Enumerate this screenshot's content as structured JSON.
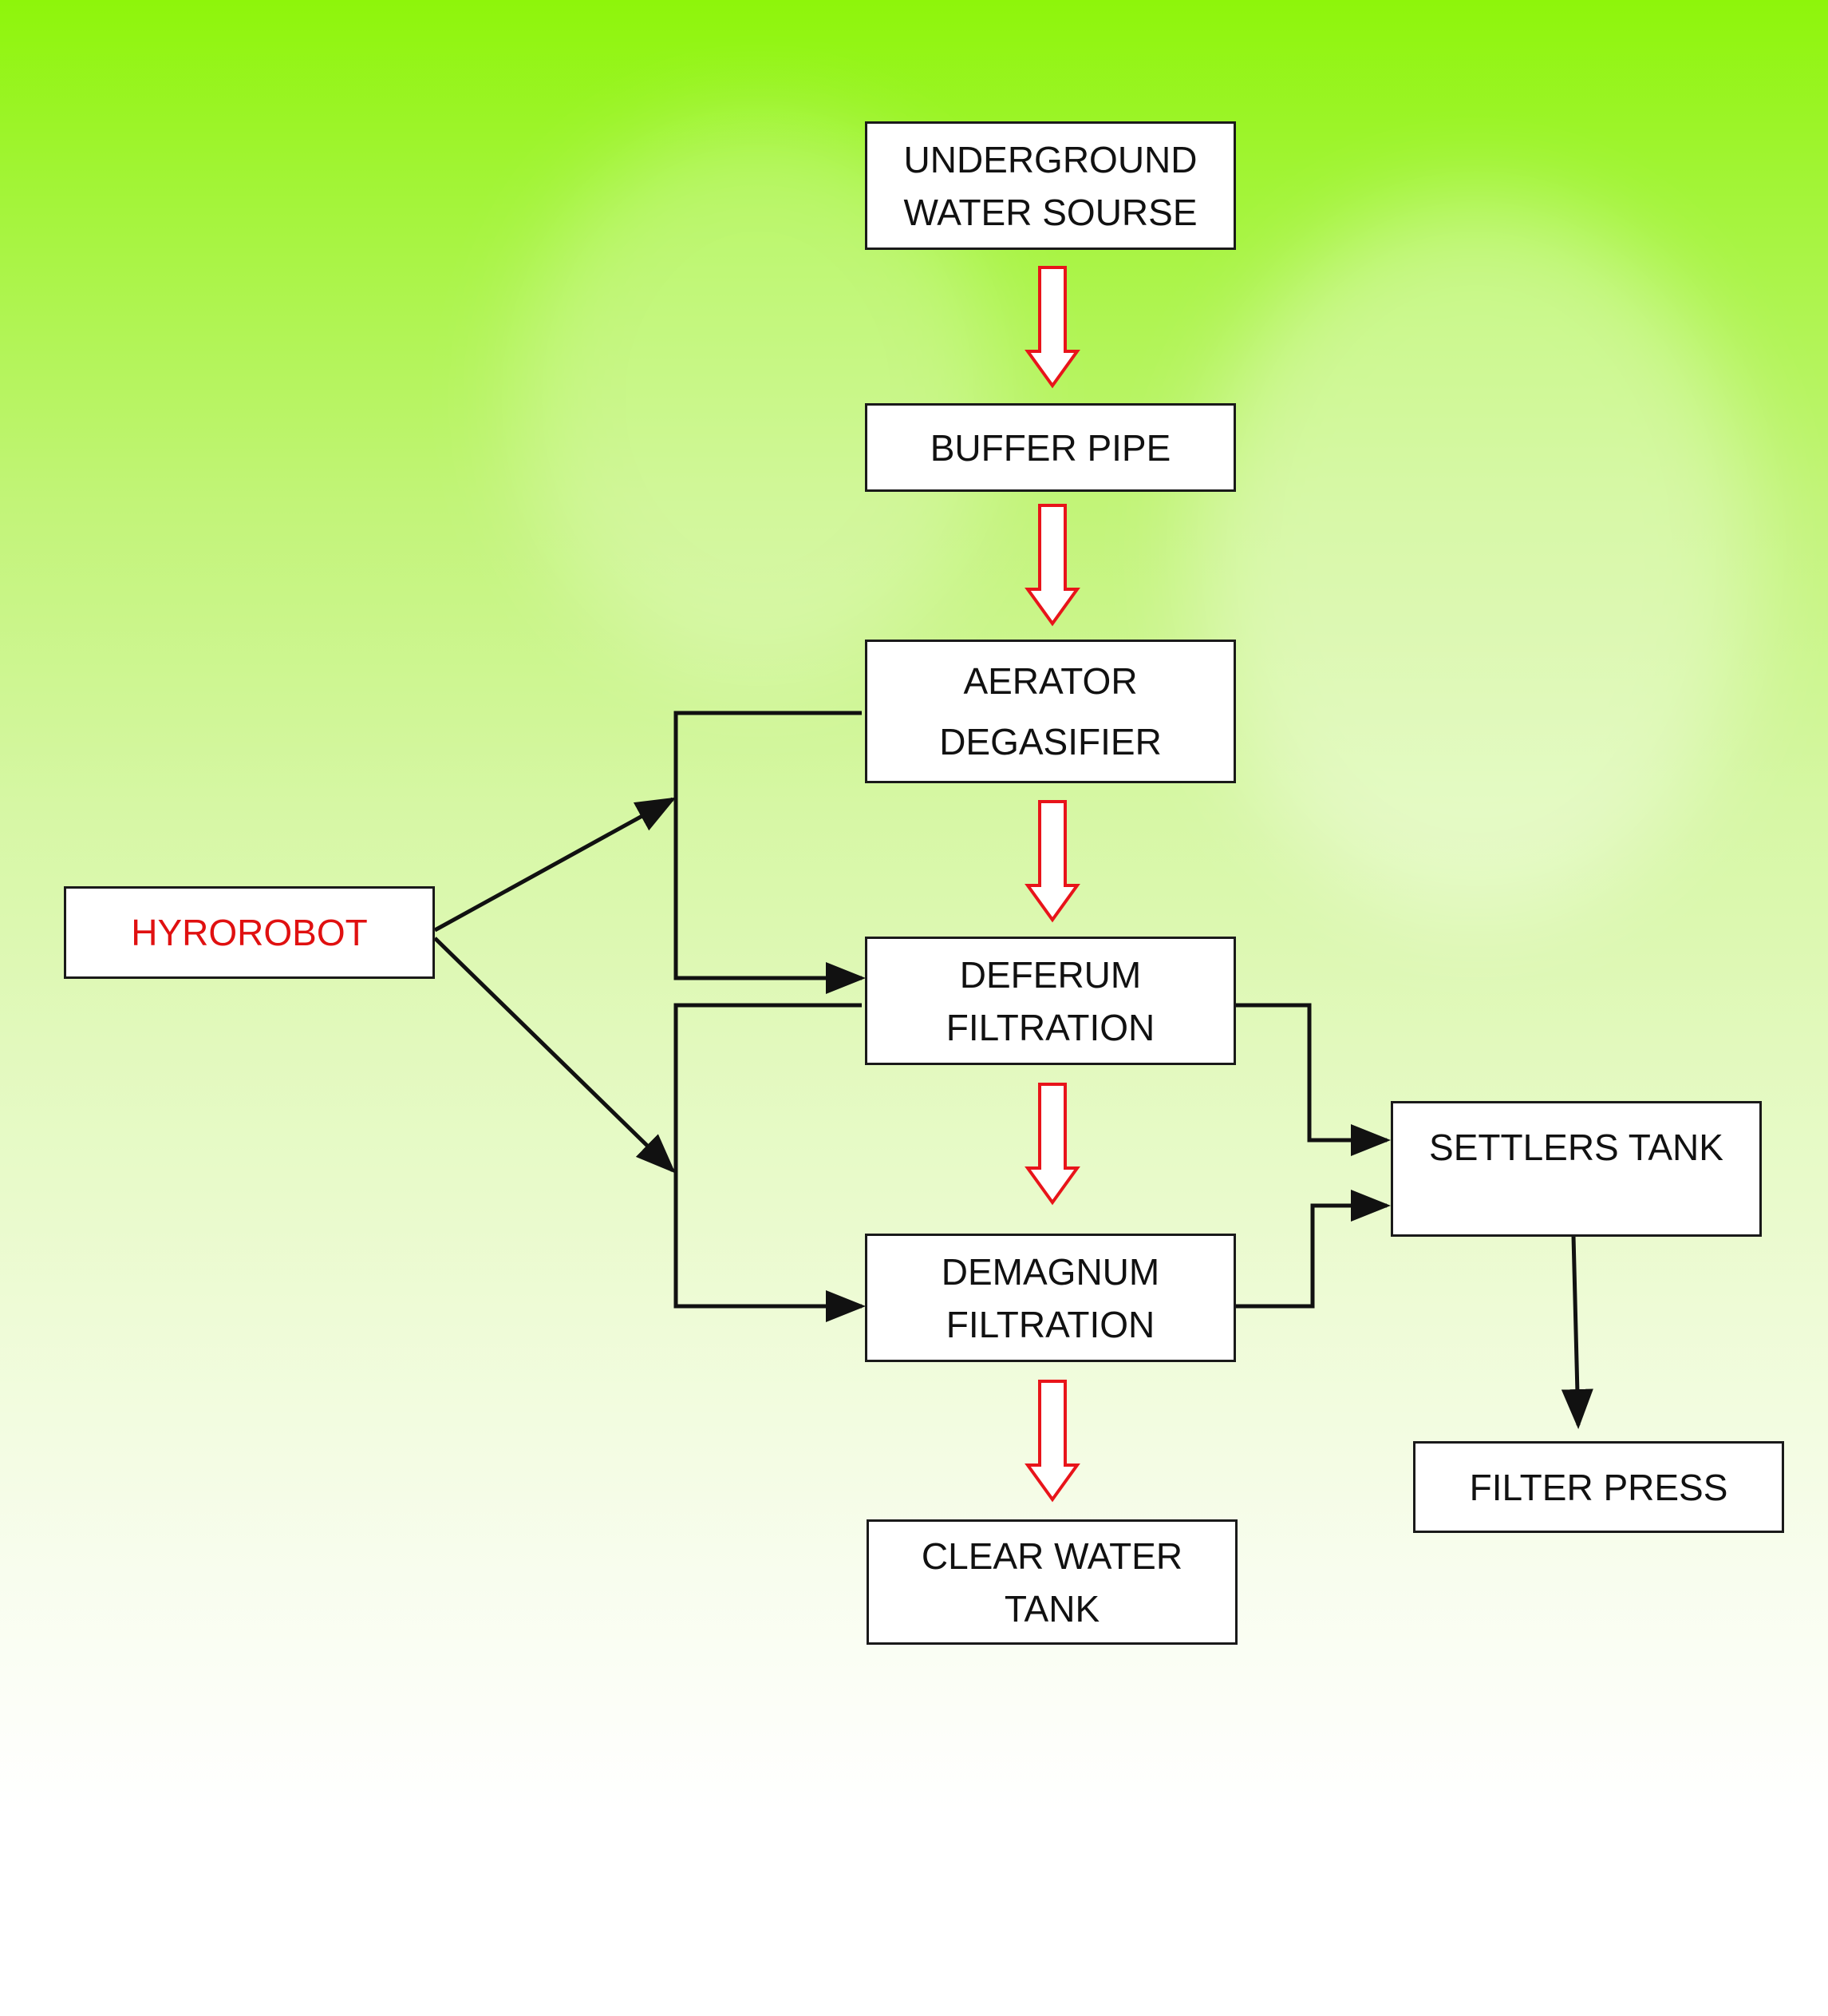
{
  "diagram": {
    "nodes": {
      "underground": {
        "line1": "UNDERGROUND",
        "line2": "WATER SOURSE"
      },
      "buffer": {
        "line1": "BUFFER PIPE"
      },
      "aerator": {
        "line1": "AERATOR",
        "line2": "DEGASIFIER"
      },
      "deferum": {
        "line1": "DEFERUM",
        "line2": "FILTRATION"
      },
      "demagnum": {
        "line1": "DEMAGNUM",
        "line2": "FILTRATION"
      },
      "clear_water": {
        "line1": "CLEAR WATER",
        "line2": "TANK"
      },
      "hyrorobot": {
        "line1": "HYROROBOT"
      },
      "settlers": {
        "line1": "SETTLERS TANK"
      },
      "filter_press": {
        "line1": "FILTER PRESS"
      }
    },
    "colors": {
      "hollow_arrow_stroke": "#e8141a",
      "connector": "#111111",
      "hyrorobot_text": "#e01010"
    }
  }
}
